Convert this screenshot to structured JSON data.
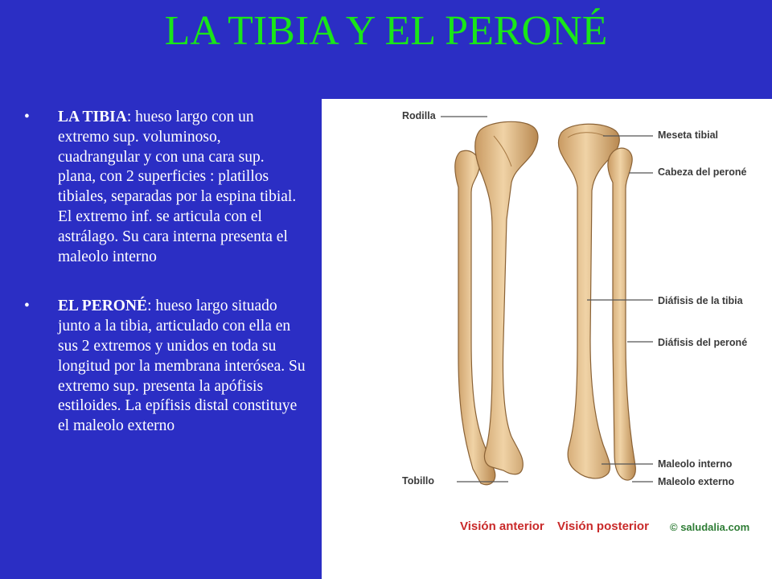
{
  "slide": {
    "title": "LA TIBIA Y EL PERONÉ"
  },
  "bullets": [
    {
      "symbol": "•",
      "term": "LA TIBIA",
      "text": ": hueso largo con un extremo sup. voluminoso, cuadrangular y con una cara sup. plana, con 2 superficies : platillos tibiales, separadas por la espina tibial. El extremo inf. se articula con el astrálago. Su cara interna presenta el maleolo interno"
    },
    {
      "symbol": "•",
      "term": "EL PERONÉ",
      "text": ": hueso largo situado junto a la tibia, articulado con ella en sus 2 extremos y unidos en toda su longitud por la membrana interósea. Su extremo sup. presenta la apófisis estiloides. La epífisis distal constituye el maleolo externo"
    }
  ],
  "figure": {
    "labels": {
      "rodilla": "Rodilla",
      "tobillo": "Tobillo",
      "meseta_tibial": "Meseta tibial",
      "cabeza_perone": "Cabeza del peroné",
      "diafisis_tibia": "Diáfisis de la tibia",
      "diafisis_perone": "Diáfisis del peroné",
      "maleolo_interno": "Maleolo interno",
      "maleolo_externo": "Maleolo externo"
    },
    "captions": {
      "anterior": "Visión anterior",
      "posterior": "Visión posterior"
    },
    "credit": "© saludalia.com",
    "colors": {
      "bone_fill": "#e9c89a",
      "bone_shade": "#b98a52",
      "bone_outline": "#8a6236"
    }
  }
}
